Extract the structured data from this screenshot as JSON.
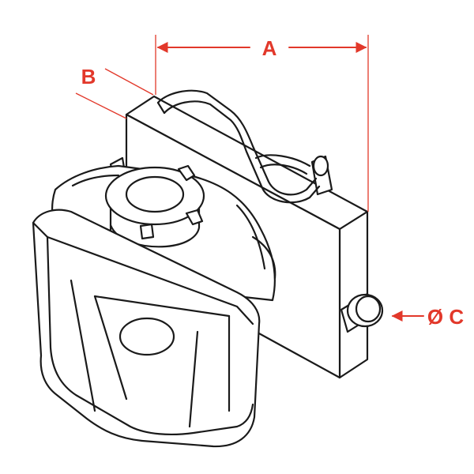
{
  "labels": {
    "a": "A",
    "b": "B",
    "c": "Ø C"
  },
  "colors": {
    "dimension": "#e2382a",
    "outline": "#1a1a1a",
    "background": "#ffffff"
  }
}
